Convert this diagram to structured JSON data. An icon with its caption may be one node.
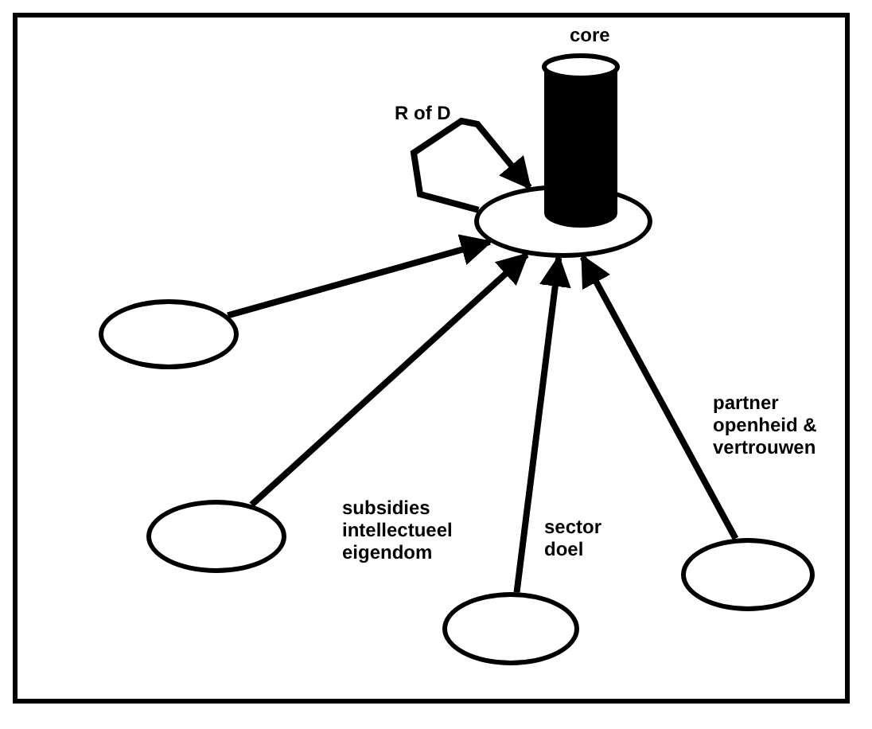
{
  "diagram": {
    "nodes": [
      {
        "text": [],
        "shape": "cylinder",
        "beside": [
          "core"
        ]
      },
      {
        "text": [],
        "shape": "ellipse"
      },
      {
        "text": [],
        "shape": "ellipse"
      },
      {
        "text": [],
        "shape": "ellipse"
      },
      {
        "text": [],
        "shape": "ellipse"
      },
      {
        "text": [],
        "shape": "ellipse"
      }
    ],
    "edges": [
      {
        "from": 1,
        "to": 1,
        "arrow": "to",
        "label": "R of D"
      },
      {
        "from": 2,
        "to": 1,
        "arrow": "to"
      },
      {
        "from": 3,
        "to": 1,
        "arrow": "to",
        "label": "subsidies intellectueel eigendom"
      },
      {
        "from": 4,
        "to": 1,
        "arrow": "to",
        "label": "sector doel"
      },
      {
        "from": 5,
        "to": 1,
        "arrow": "to",
        "label": "partner openheid & vertrouwen"
      }
    ]
  }
}
